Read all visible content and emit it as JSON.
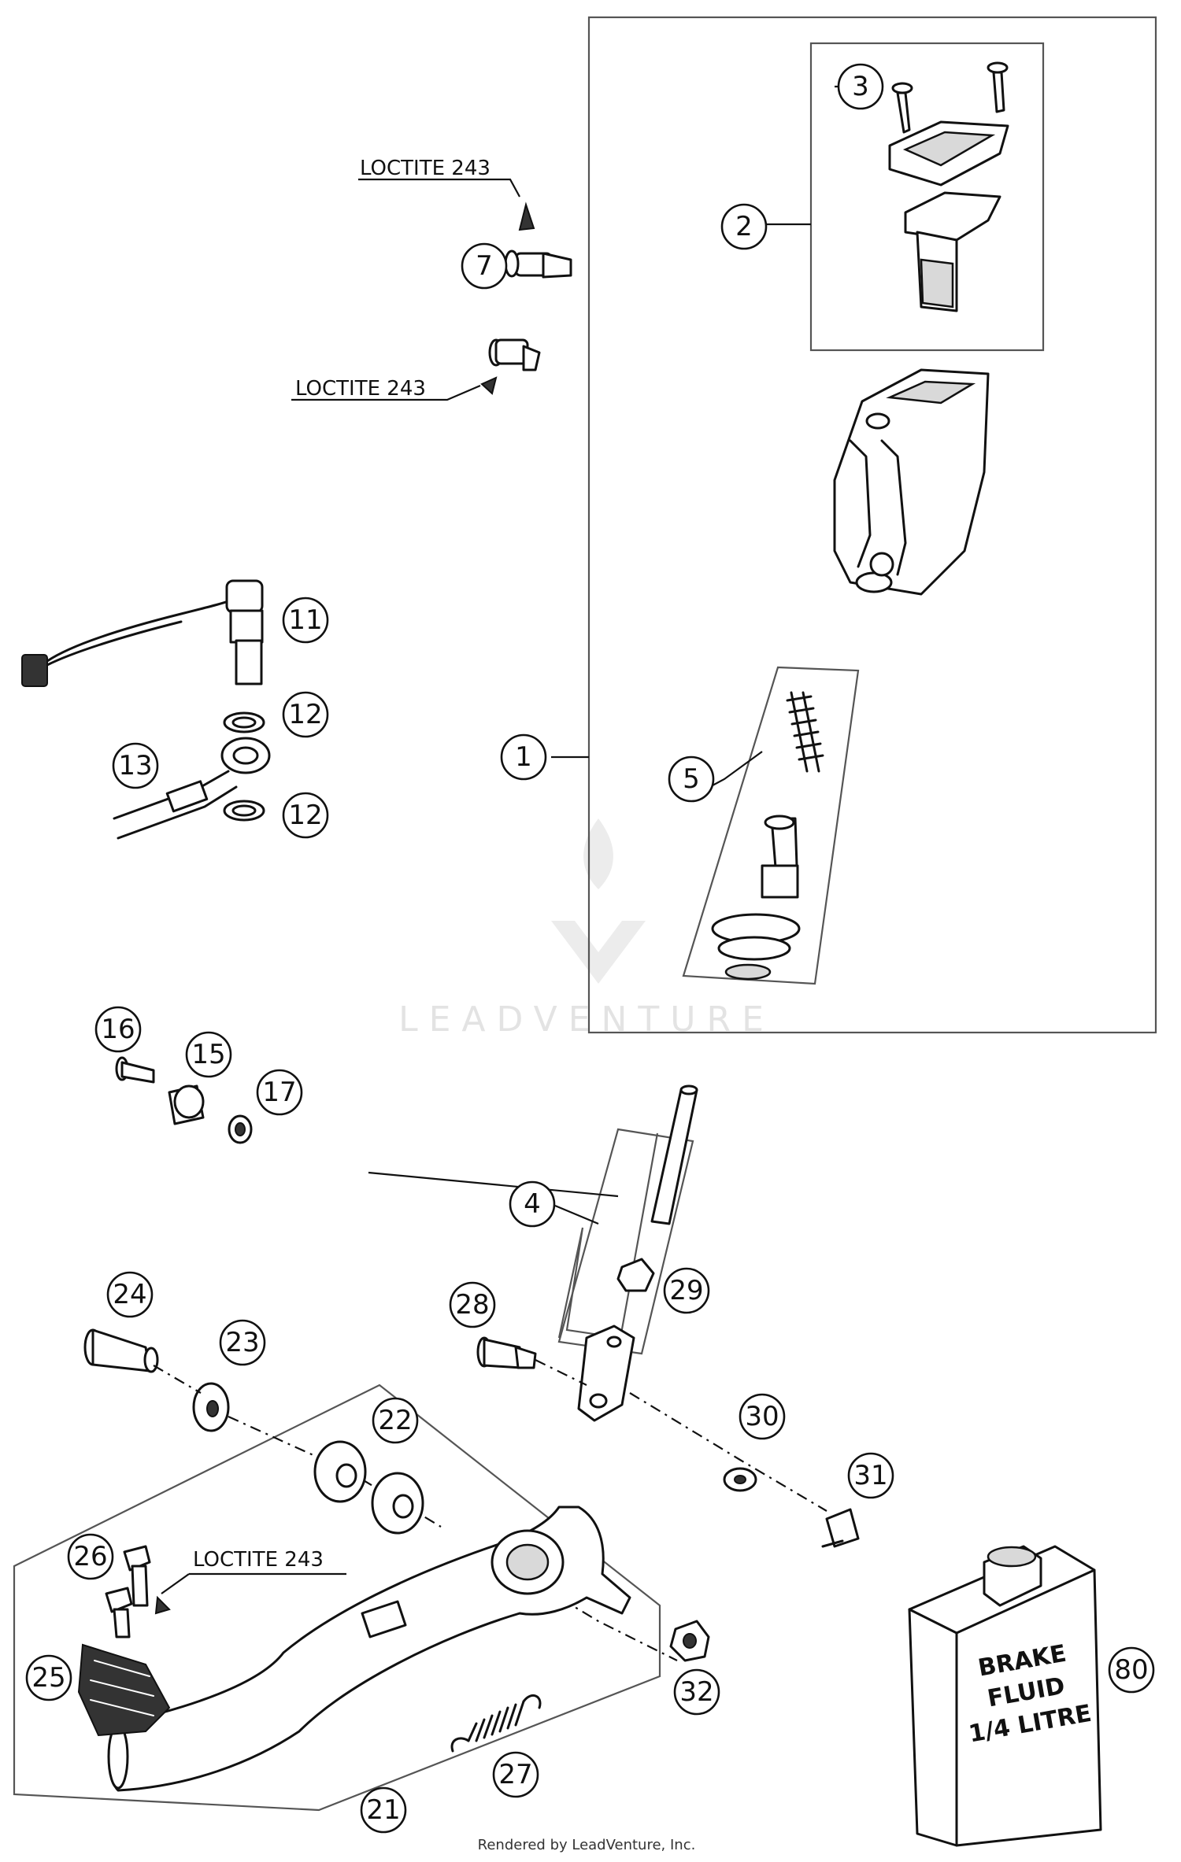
{
  "callouts": [
    {
      "id": "c1",
      "label": "1"
    },
    {
      "id": "c2",
      "label": "2"
    },
    {
      "id": "c3",
      "label": "3"
    },
    {
      "id": "c4",
      "label": "4"
    },
    {
      "id": "c5",
      "label": "5"
    },
    {
      "id": "c7",
      "label": "7"
    },
    {
      "id": "c11",
      "label": "11"
    },
    {
      "id": "c12a",
      "label": "12"
    },
    {
      "id": "c12b",
      "label": "12"
    },
    {
      "id": "c13",
      "label": "13"
    },
    {
      "id": "c15",
      "label": "15"
    },
    {
      "id": "c16",
      "label": "16"
    },
    {
      "id": "c17",
      "label": "17"
    },
    {
      "id": "c21",
      "label": "21"
    },
    {
      "id": "c22",
      "label": "22"
    },
    {
      "id": "c23",
      "label": "23"
    },
    {
      "id": "c24",
      "label": "24"
    },
    {
      "id": "c25",
      "label": "25"
    },
    {
      "id": "c26",
      "label": "26"
    },
    {
      "id": "c27",
      "label": "27"
    },
    {
      "id": "c28",
      "label": "28"
    },
    {
      "id": "c29",
      "label": "29"
    },
    {
      "id": "c30",
      "label": "30"
    },
    {
      "id": "c31",
      "label": "31"
    },
    {
      "id": "c32",
      "label": "32"
    },
    {
      "id": "c80",
      "label": "80"
    }
  ],
  "notes": {
    "loctite_top": "LOCTITE 243",
    "loctite_mid": "LOCTITE 243",
    "loctite_lever": "LOCTITE 243"
  },
  "can_label": [
    "BRAKE",
    "FLUID",
    "1/4 LITRE"
  ],
  "credit": "Rendered by LeadVenture, Inc.",
  "watermark": "LEADVENTURE"
}
